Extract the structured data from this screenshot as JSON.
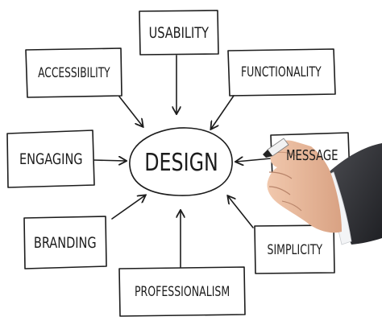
{
  "diagram": {
    "center": "DESIGN",
    "boxes": {
      "usability": "USABILITY",
      "accessibility": "ACCESSIBILITY",
      "functionality": "FUNCTIONALITY",
      "engaging": "ENGAGING",
      "message": "MESSAGE",
      "branding": "BRANDING",
      "simplicity": "SIMPLICITY",
      "professionalism": "PROFESSIONALISM"
    }
  },
  "colors": {
    "ink": "#1c1c1c",
    "background": "#ffffff",
    "suit": "#2e2f33",
    "skin": "#e8b99a"
  }
}
